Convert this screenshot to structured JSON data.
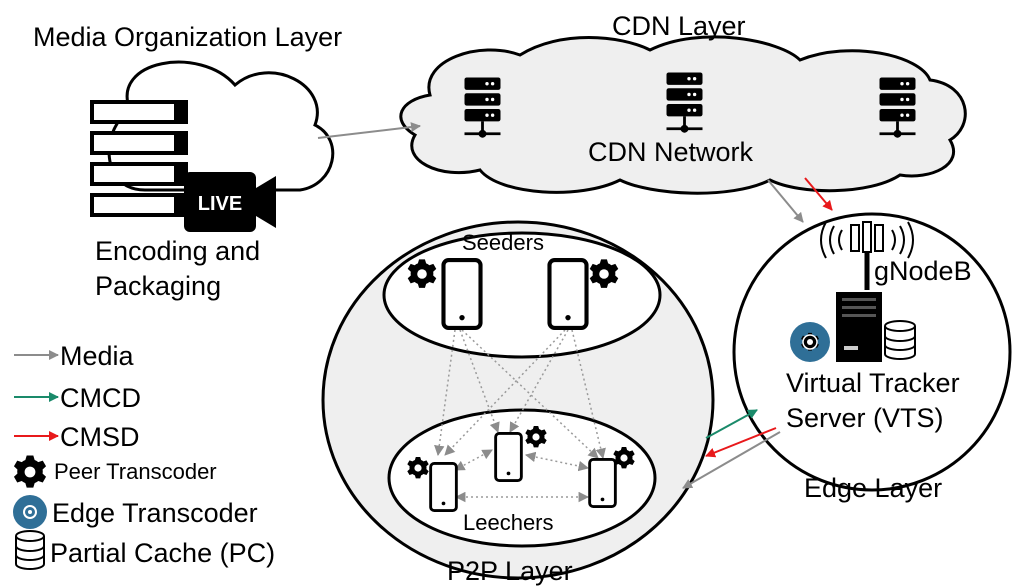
{
  "layers": {
    "media_org": "Media Organization Layer",
    "cdn": "CDN Layer",
    "p2p": "P2P Layer",
    "edge": "Edge Layer"
  },
  "labels": {
    "encoding_line1": "Encoding and",
    "encoding_line2": "Packaging",
    "live_badge": "LIVE",
    "cdn_network": "CDN Network",
    "seeders": "Seeders",
    "leechers": "Leechers",
    "gnodeb": "gNodeB",
    "vts_line1": "Virtual Tracker",
    "vts_line2": "Server (VTS)"
  },
  "legend": {
    "media": "Media",
    "cmcd": "CMCD",
    "cmsd": "CMSD",
    "peer_transcoder": "Peer Transcoder",
    "edge_transcoder": "Edge Transcoder",
    "partial_cache": "Partial Cache (PC)"
  },
  "colors": {
    "media": "#8c8c8c",
    "cmcd": "#1a8a6a",
    "cmsd": "#e8191b",
    "layer_fill": "#efefef",
    "edge_transcoder": "#2f6f97"
  }
}
